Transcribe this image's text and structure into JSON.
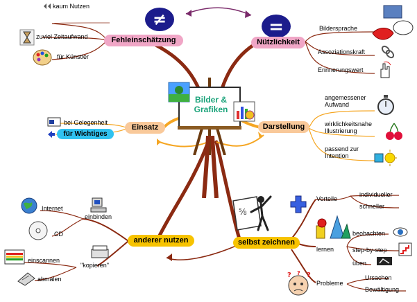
{
  "center": {
    "line1": "Bilder &",
    "line2": "Grafiken"
  },
  "branches": {
    "fehleinschaetzung": {
      "label": "Fehleinschätzung",
      "symbol": "≠",
      "children": [
        "kaum Nutzen",
        "zuviel Zeitaufwand",
        "für Künstler"
      ]
    },
    "nuetzlichkeit": {
      "label": "Nützlichkeit",
      "symbol": "=",
      "children": [
        "Bildersprache",
        "Assoziationskraft",
        "Erinnerungswert"
      ]
    },
    "einsatz": {
      "label": "Einsatz",
      "children": [
        "bei Gelegenheit",
        "für Wichtiges"
      ]
    },
    "darstellung": {
      "label": "Darstellung",
      "children": [
        "angemessener Aufwand",
        "wirklichkeitsnahe Illustrierung",
        "passend zur Intention"
      ]
    },
    "anderer_nutzen": {
      "label": "anderer nutzen",
      "einbinden": "einbinden",
      "einbinden_children": [
        "Internet",
        "CD"
      ],
      "kopieren": "\"kopieren\"",
      "kopieren_children": [
        "einscannen",
        "abmalen"
      ]
    },
    "selbst_zeichnen": {
      "label": "selbst zeichnen",
      "vorteile": "Vorteile",
      "vorteile_children": [
        "individueller",
        "schneller"
      ],
      "lernen": "lernen",
      "lernen_children": [
        "beobachten",
        "step-by-step",
        "üben"
      ],
      "probleme": "Probleme",
      "probleme_children": [
        "Ursachen",
        "Bewältigung"
      ]
    }
  },
  "colors": {
    "pink": "#f0a6c6",
    "peach": "#f9c99a",
    "yellow": "#f7c300",
    "blue": "#30c2f0",
    "branch_brown": "#8b2a12",
    "branch_orange": "#f5a623",
    "symbol_navy": "#1c1c8c"
  }
}
